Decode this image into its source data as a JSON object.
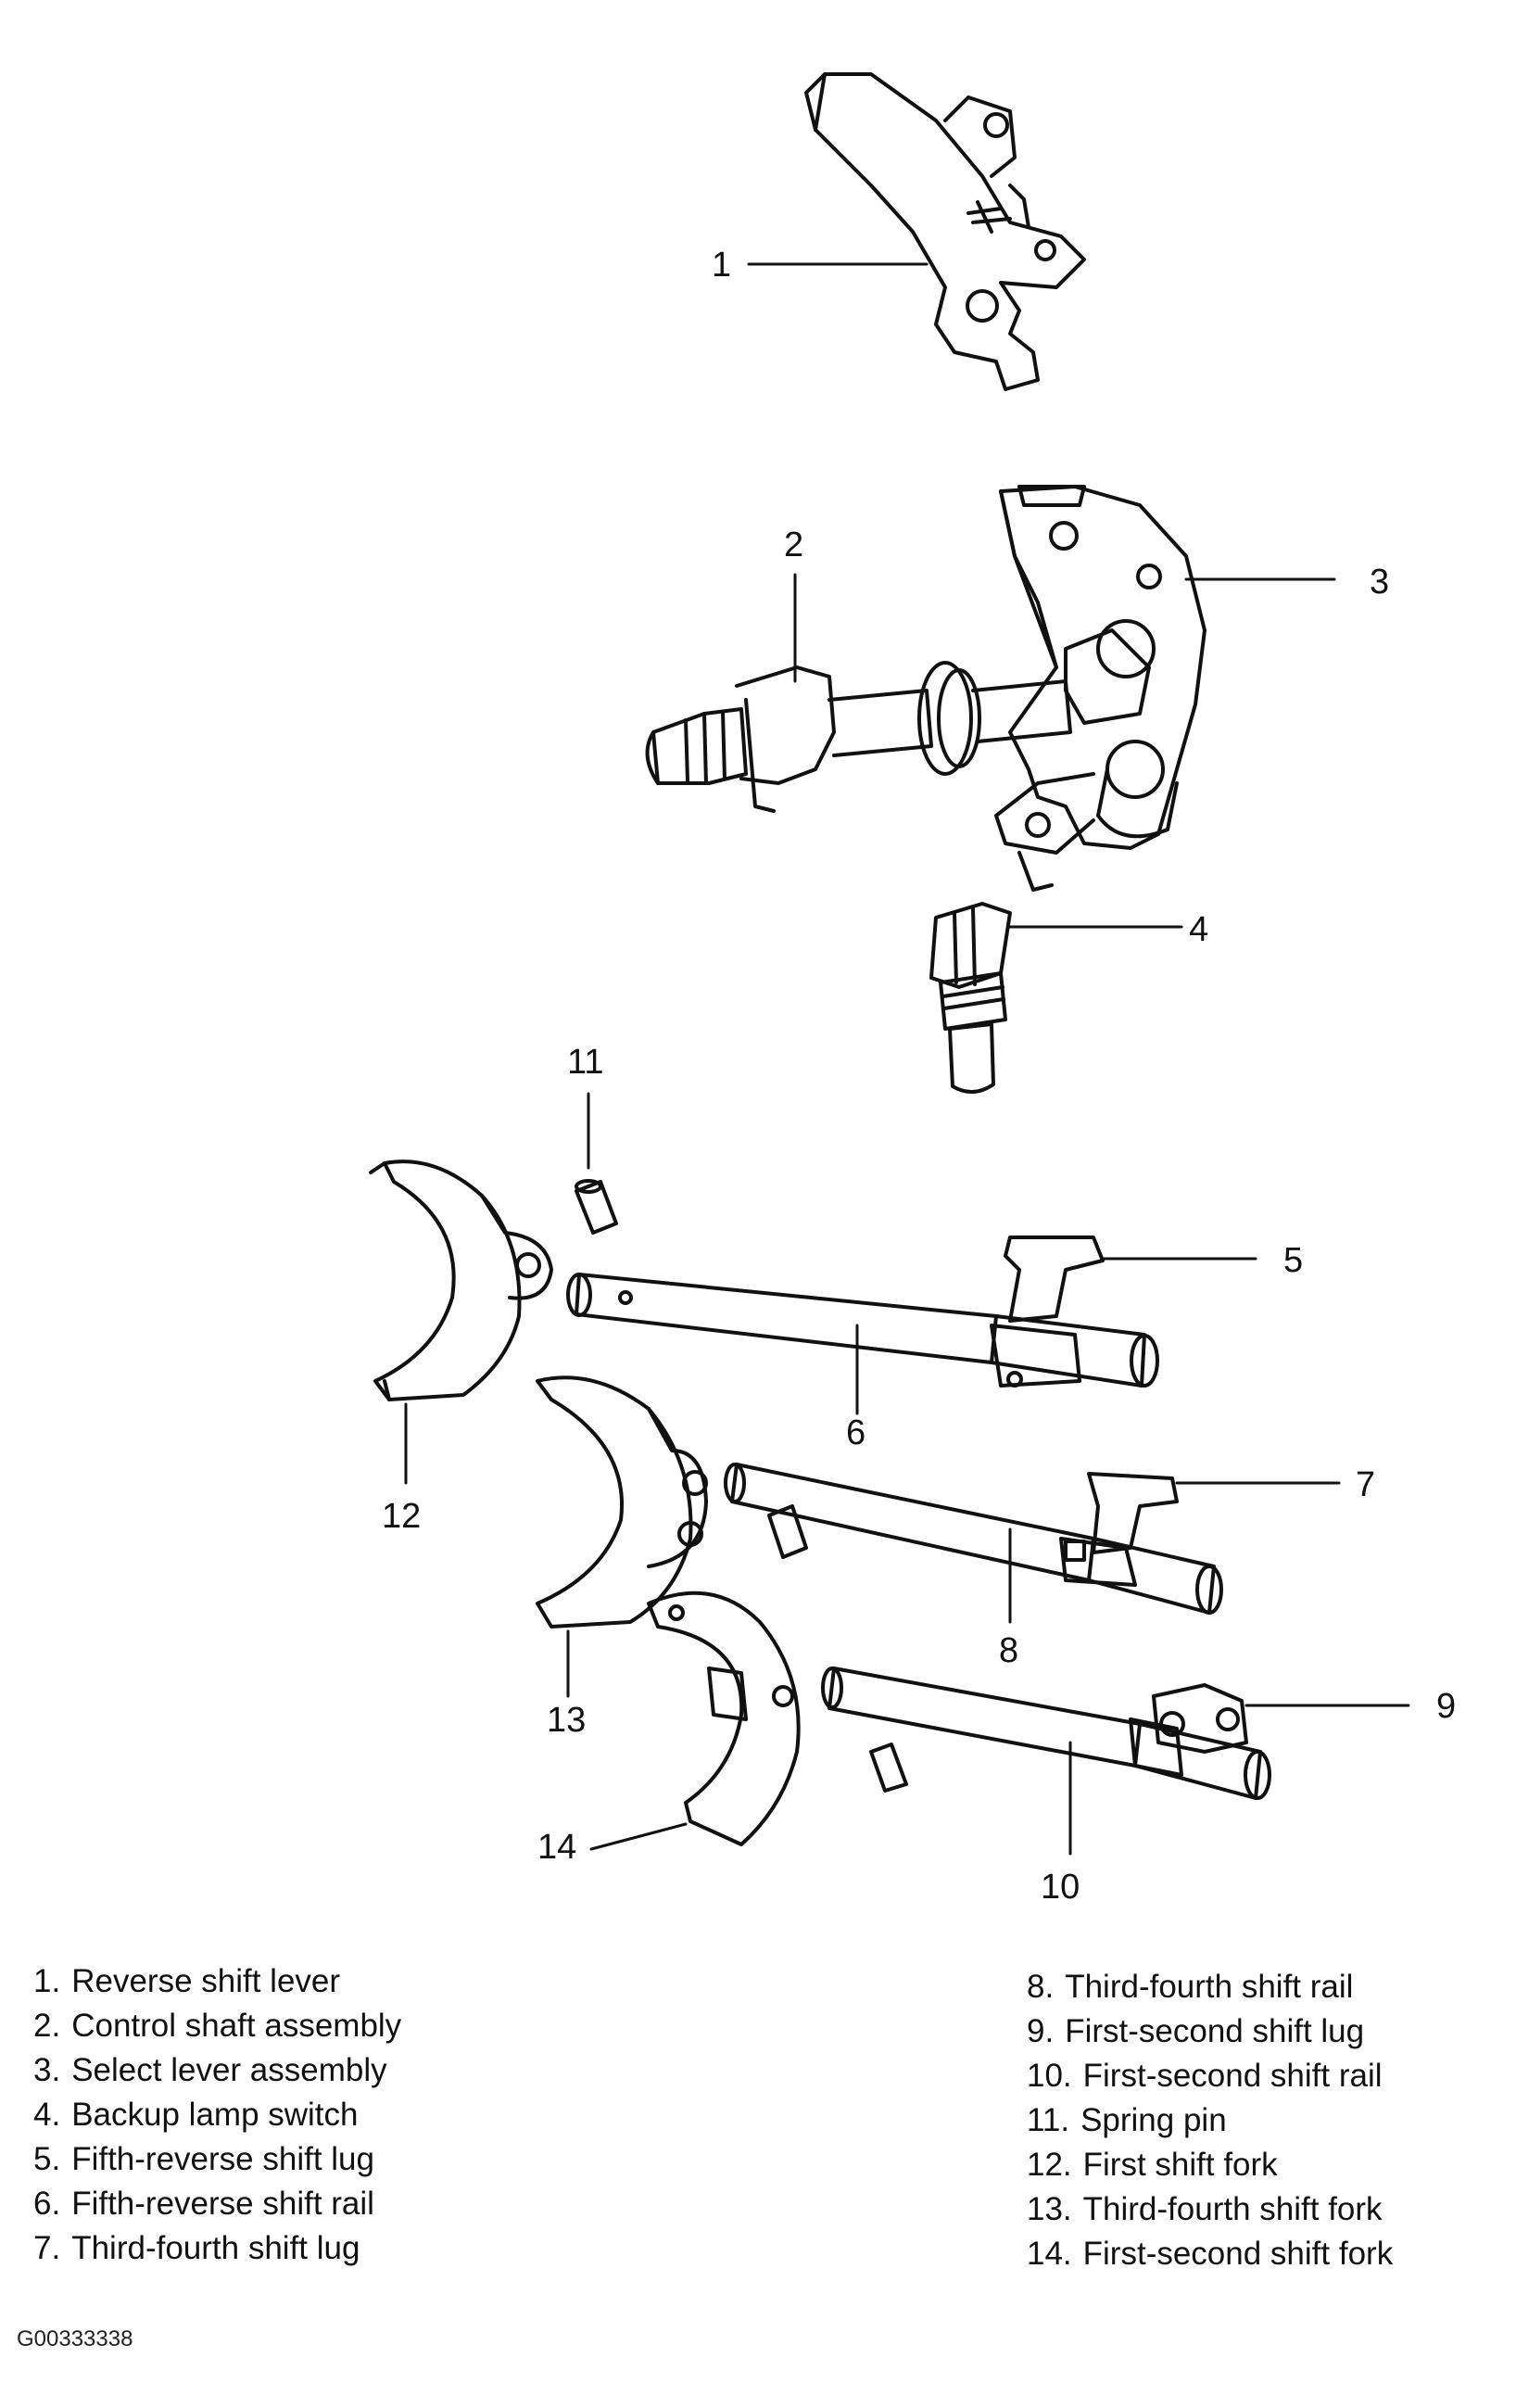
{
  "callouts": [
    "1",
    "2",
    "3",
    "4",
    "5",
    "6",
    "7",
    "8",
    "9",
    "10",
    "11",
    "12",
    "13",
    "14"
  ],
  "legend": {
    "left": [
      {
        "num": "1.",
        "text": "Reverse shift lever"
      },
      {
        "num": "2.",
        "text": "Control shaft assembly"
      },
      {
        "num": "3.",
        "text": "Select lever assembly"
      },
      {
        "num": "4.",
        "text": "Backup lamp switch"
      },
      {
        "num": "5.",
        "text": "Fifth-reverse shift lug"
      },
      {
        "num": "6.",
        "text": "Fifth-reverse shift rail"
      },
      {
        "num": "7.",
        "text": "Third-fourth shift lug"
      }
    ],
    "right": [
      {
        "num": "8.",
        "text": "Third-fourth shift rail"
      },
      {
        "num": "9.",
        "text": "First-second shift lug"
      },
      {
        "num": "10.",
        "text": "First-second shift rail"
      },
      {
        "num": "11.",
        "text": "Spring pin"
      },
      {
        "num": "12.",
        "text": "First shift fork"
      },
      {
        "num": "13.",
        "text": "Third-fourth shift fork"
      },
      {
        "num": "14.",
        "text": "First-second shift fork"
      }
    ]
  },
  "figure_code": "G00333338"
}
